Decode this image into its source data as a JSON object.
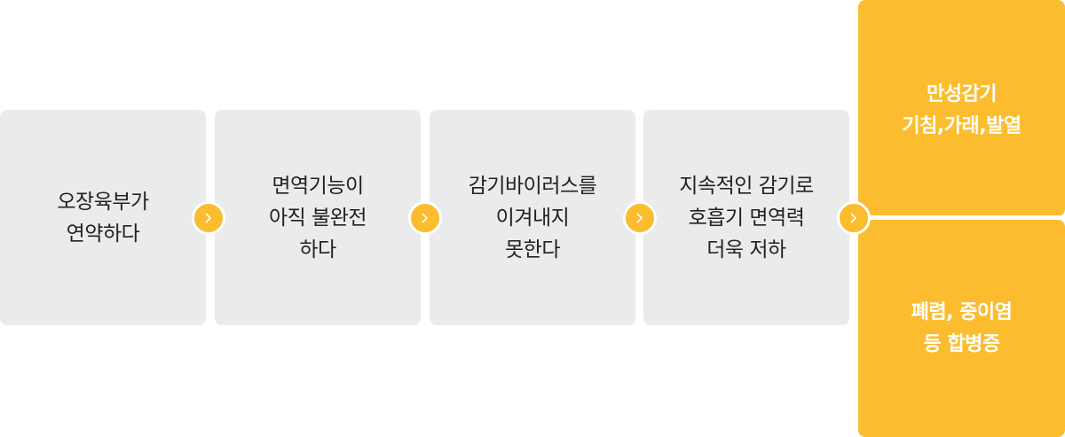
{
  "steps": [
    {
      "lines": [
        "오장육부가",
        "연약하다"
      ]
    },
    {
      "lines": [
        "면역기능이",
        "아직 불완전",
        "하다"
      ]
    },
    {
      "lines": [
        "감기바이러스를",
        "이겨내지",
        "못한다"
      ]
    },
    {
      "lines": [
        "지속적인 감기로",
        "호흡기 면역력",
        "더욱 저하"
      ]
    }
  ],
  "results": [
    {
      "lines": [
        "만성감기",
        "기침,가래,발열"
      ]
    },
    {
      "lines": [
        "폐렴, 중이염",
        "등 합병증"
      ]
    }
  ],
  "colors": {
    "step_background": "#ebebeb",
    "accent": "#fbbd2f",
    "text_dark": "#222222",
    "text_light": "#ffffff"
  },
  "icons": {
    "arrow": "chevron-right-icon"
  }
}
